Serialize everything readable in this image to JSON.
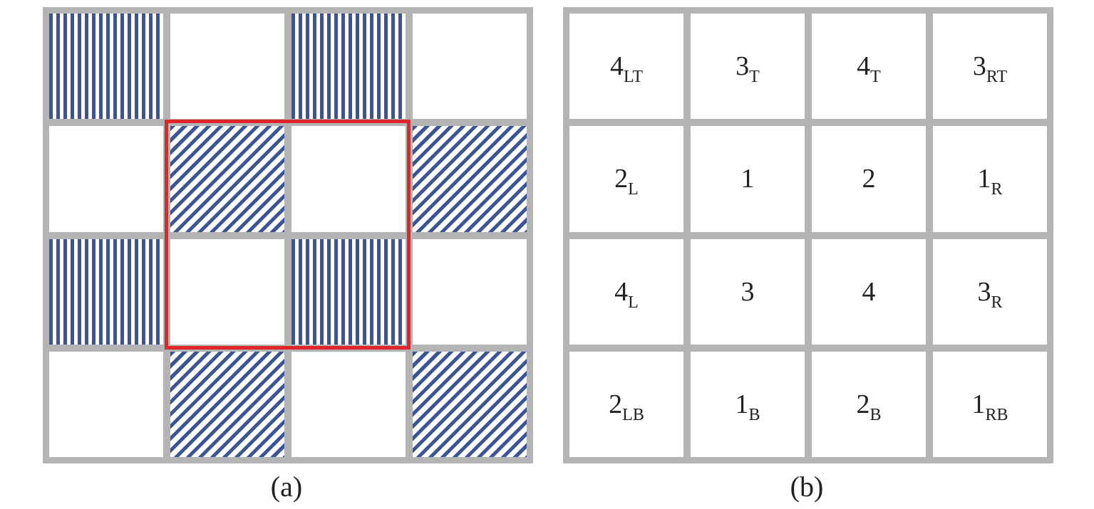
{
  "panel_a": {
    "caption": "(a)",
    "highlight_color": "#e0262b",
    "stripe_color": "#3a5497",
    "grid_color": "#b4b4b4",
    "cells": [
      "vertical",
      "blank",
      "vertical",
      "blank",
      "blank",
      "diagonal",
      "blank",
      "diagonal",
      "vertical",
      "blank",
      "vertical",
      "blank",
      "blank",
      "diagonal",
      "blank",
      "diagonal"
    ]
  },
  "panel_b": {
    "caption": "(b)",
    "cells": [
      {
        "main": "4",
        "sub": "LT"
      },
      {
        "main": "3",
        "sub": "T"
      },
      {
        "main": "4",
        "sub": "T"
      },
      {
        "main": "3",
        "sub": "RT"
      },
      {
        "main": "2",
        "sub": "L"
      },
      {
        "main": "1",
        "sub": ""
      },
      {
        "main": "2",
        "sub": ""
      },
      {
        "main": "1",
        "sub": "R"
      },
      {
        "main": "4",
        "sub": "L"
      },
      {
        "main": "3",
        "sub": ""
      },
      {
        "main": "4",
        "sub": ""
      },
      {
        "main": "3",
        "sub": "R"
      },
      {
        "main": "2",
        "sub": "LB"
      },
      {
        "main": "1",
        "sub": "B"
      },
      {
        "main": "2",
        "sub": "B"
      },
      {
        "main": "1",
        "sub": "RB"
      }
    ]
  }
}
